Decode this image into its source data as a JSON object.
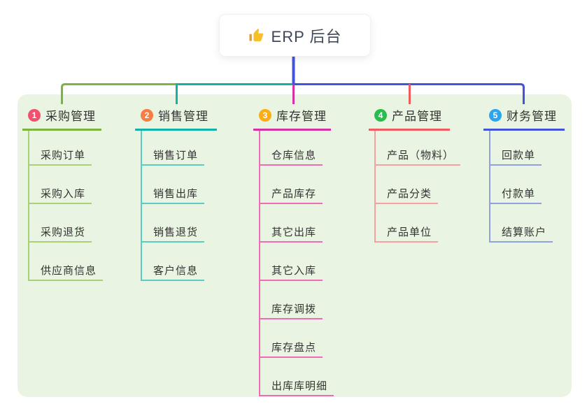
{
  "root": {
    "label": "ERP 后台",
    "icon": "thumbs-up-icon"
  },
  "colors": {
    "page_bg": "#FFFFFF",
    "panel_bg": "#E9F5E2",
    "trunk": "#4254D9",
    "node_text": "#3D4757",
    "item_text": "#333333",
    "thumb_yellow": "#F6C028",
    "thumb_dark": "#E39B3B"
  },
  "branches": [
    {
      "num": "1",
      "title": "采购管理",
      "color": "#7CB440",
      "light_color": "#A8D177",
      "badge_color": "#F2506C",
      "children": [
        "采购订单",
        "采购入库",
        "采购退货",
        "供应商信息"
      ]
    },
    {
      "num": "2",
      "title": "销售管理",
      "color": "#12B2A9",
      "light_color": "#5BCBC4",
      "badge_color": "#F77D42",
      "children": [
        "销售订单",
        "销售出库",
        "销售退货",
        "客户信息"
      ]
    },
    {
      "num": "3",
      "title": "库存管理",
      "color": "#D232A2",
      "light_color": "#EE6BB5",
      "badge_color": "#FBAD14",
      "children": [
        "仓库信息",
        "产品库存",
        "其它出库",
        "其它入库",
        "库存调拨",
        "库存盘点",
        "出库库明细"
      ]
    },
    {
      "num": "4",
      "title": "产品管理",
      "color": "#F25B5E",
      "light_color": "#F7A0A0",
      "badge_color": "#2BBC50",
      "children": [
        "产品（物料）",
        "产品分类",
        "产品单位"
      ]
    },
    {
      "num": "5",
      "title": "财务管理",
      "color": "#4254D9",
      "light_color": "#8EA1E0",
      "badge_color": "#2CA5F1",
      "children": [
        "回款单",
        "付款单",
        "结算账户"
      ]
    }
  ]
}
